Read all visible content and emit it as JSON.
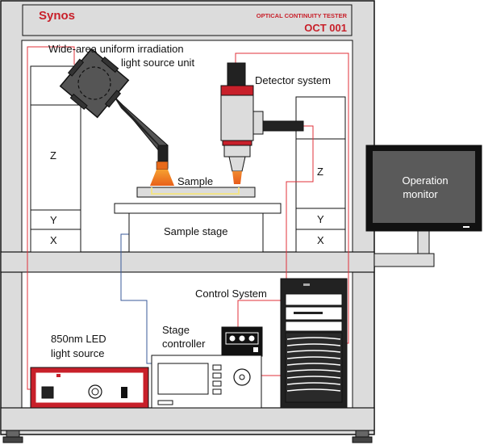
{
  "header": {
    "brand": "Synos",
    "product_name": "OPTICAL CONTINUITY TESTER",
    "model": "OCT 001"
  },
  "labels": {
    "light_source_unit_line1": "Wide-area uniform irradiation",
    "light_source_unit_line2": "light source unit",
    "detector_system": "Detector system",
    "sample": "Sample",
    "sample_stage": "Sample stage",
    "axis_z_left": "Z",
    "axis_y_left": "Y",
    "axis_x_left": "X",
    "axis_z_right": "Z",
    "axis_y_right": "Y",
    "axis_x_right": "X",
    "operation_monitor_line1": "Operation",
    "operation_monitor_line2": "monitor",
    "control_system": "Control System",
    "stage_controller_line1": "Stage",
    "stage_controller_line2": "controller",
    "led_source_line1": "850nm LED",
    "led_source_line2": "light source"
  },
  "colors": {
    "frame": "#dcdcdc",
    "brand_red": "#c8202a",
    "wire_red": "#e0303a",
    "wire_blue": "#3a5a9a",
    "orange_beam": "#f08020",
    "monitor_screen": "#5a5a5a"
  }
}
